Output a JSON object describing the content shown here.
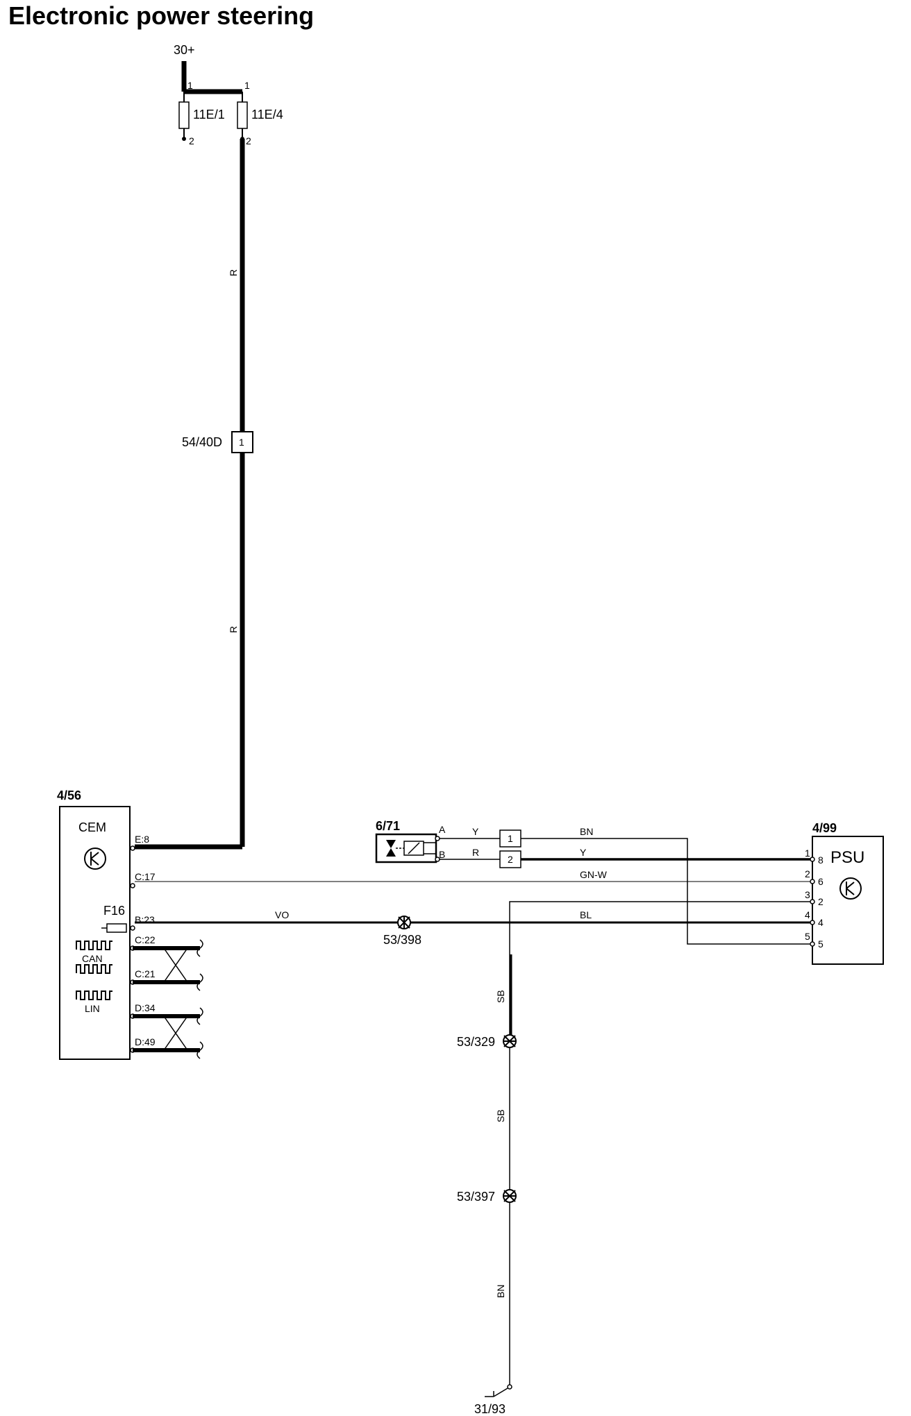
{
  "title": "Electronic power steering",
  "supply": {
    "label": "30+"
  },
  "fuses": [
    {
      "id": "11E/1",
      "pin_top": "1",
      "pin_bottom": "2"
    },
    {
      "id": "11E/4",
      "pin_top": "1",
      "pin_bottom": "2"
    }
  ],
  "connector_54_40D": {
    "id": "54/40D",
    "pin": "1"
  },
  "wire_colors": {
    "r_upper": "R",
    "r_lower": "R",
    "y_a": "Y",
    "r_b": "R",
    "bn_top": "BN",
    "y_psu": "Y",
    "gnw": "GN-W",
    "vo": "VO",
    "bl": "BL",
    "sb_1": "SB",
    "sb_2": "SB",
    "bn_ground": "BN"
  },
  "cem": {
    "ref": "4/56",
    "name": "CEM",
    "fuse": "F16",
    "pins": [
      "E:8",
      "C:17",
      "B:23",
      "C:22",
      "C:21",
      "D:34",
      "D:49"
    ],
    "can_label": "CAN",
    "lin_label": "LIN"
  },
  "sensor_6_71": {
    "ref": "6/71",
    "pin_a": "A",
    "pin_b": "B"
  },
  "connector_inline": {
    "pin_1": "1",
    "pin_2": "2"
  },
  "psu": {
    "ref": "4/99",
    "name": "PSU",
    "left_pins": [
      "1",
      "2",
      "3",
      "4",
      "5"
    ],
    "right_pins": [
      "8",
      "6",
      "2",
      "4",
      "5"
    ]
  },
  "splices": [
    "53/398",
    "53/329",
    "53/397"
  ],
  "ground": {
    "id": "31/93"
  }
}
